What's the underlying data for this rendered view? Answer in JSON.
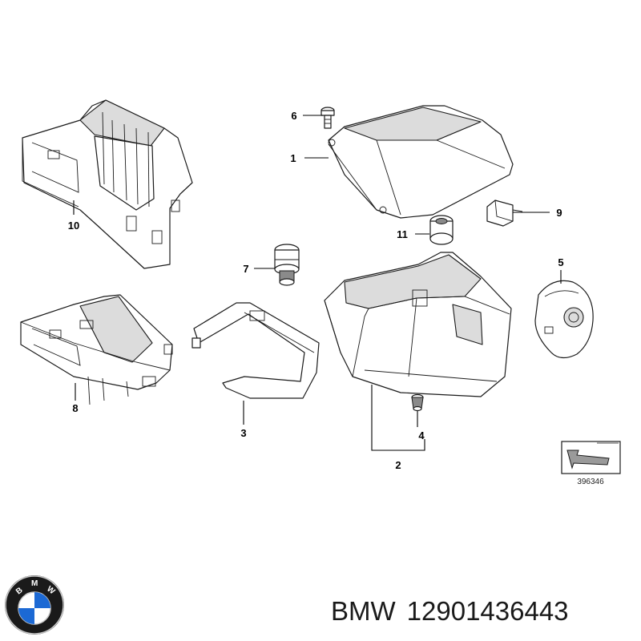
{
  "diagram": {
    "callouts": [
      "1",
      "2",
      "3",
      "4",
      "5",
      "6",
      "7",
      "8",
      "9",
      "10",
      "11"
    ],
    "reference_number": "396346"
  },
  "footer": {
    "brand": "BMW",
    "part_number": "12901436443"
  },
  "logo": {
    "letters": [
      "B",
      "M",
      "W"
    ],
    "colors": {
      "blue": "#1c69d4",
      "white": "#ffffff",
      "ring": "#1a1a1a"
    }
  }
}
